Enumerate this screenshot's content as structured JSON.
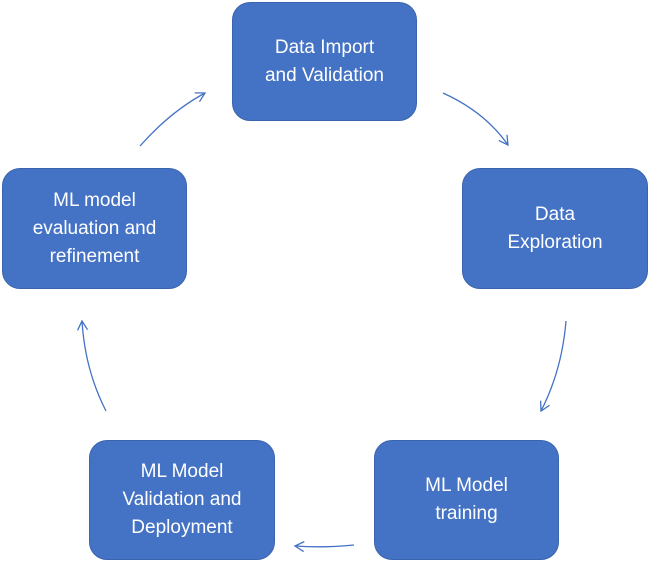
{
  "diagram": {
    "type": "cycle",
    "colors": {
      "node_fill": "#4472c4",
      "node_text": "#ffffff",
      "arrow": "#4472c4"
    },
    "nodes": [
      {
        "id": "data-import",
        "label": "Data Import\nand Validation"
      },
      {
        "id": "data-exploration",
        "label": "Data\nExploration"
      },
      {
        "id": "ml-training",
        "label": "ML Model\ntraining"
      },
      {
        "id": "ml-validation-deployment",
        "label": "ML Model\nValidation and\nDeployment"
      },
      {
        "id": "ml-evaluation-refinement",
        "label": "ML model\nevaluation and\nrefinement"
      }
    ],
    "edges": [
      {
        "from": "data-import",
        "to": "data-exploration"
      },
      {
        "from": "data-exploration",
        "to": "ml-training"
      },
      {
        "from": "ml-training",
        "to": "ml-validation-deployment"
      },
      {
        "from": "ml-validation-deployment",
        "to": "ml-evaluation-refinement"
      },
      {
        "from": "ml-evaluation-refinement",
        "to": "data-import"
      }
    ]
  }
}
